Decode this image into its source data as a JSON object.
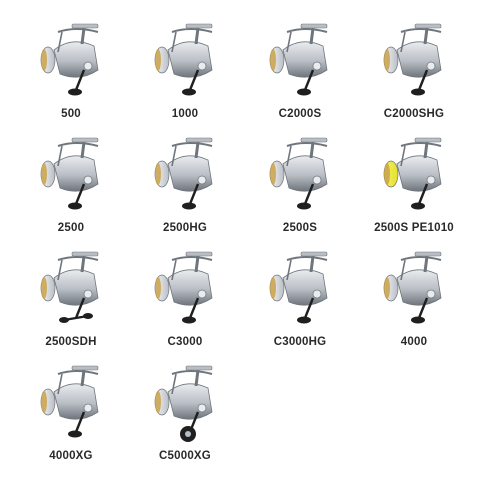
{
  "colors": {
    "background": "#ffffff",
    "label_text": "#2a2a2a",
    "metal_light": "#e9ecef",
    "metal_mid": "#b9bec5",
    "metal_dark": "#6f757c",
    "gold_accent": "#c9a24a",
    "black_parts": "#1f1f1f",
    "yellow_line": "#e6e02a"
  },
  "reels": [
    {
      "label": "500",
      "spool": "silver",
      "handle_knob": "t-bar"
    },
    {
      "label": "1000",
      "spool": "silver",
      "handle_knob": "t-bar"
    },
    {
      "label": "C2000S",
      "spool": "silver",
      "handle_knob": "t-bar"
    },
    {
      "label": "C2000SHG",
      "spool": "silver",
      "handle_knob": "t-bar"
    },
    {
      "label": "2500",
      "spool": "silver",
      "handle_knob": "t-bar"
    },
    {
      "label": "2500HG",
      "spool": "silver",
      "handle_knob": "t-bar"
    },
    {
      "label": "2500S",
      "spool": "silver",
      "handle_knob": "t-bar"
    },
    {
      "label": "2500S PE1010",
      "spool": "yellow-line",
      "handle_knob": "t-bar"
    },
    {
      "label": "2500SDH",
      "spool": "silver",
      "handle_knob": "double"
    },
    {
      "label": "C3000",
      "spool": "silver",
      "handle_knob": "t-bar"
    },
    {
      "label": "C3000HG",
      "spool": "silver",
      "handle_knob": "t-bar"
    },
    {
      "label": "4000",
      "spool": "silver",
      "handle_knob": "t-bar"
    },
    {
      "label": "4000XG",
      "spool": "silver",
      "handle_knob": "t-bar"
    },
    {
      "label": "C5000XG",
      "spool": "silver",
      "handle_knob": "round"
    }
  ]
}
